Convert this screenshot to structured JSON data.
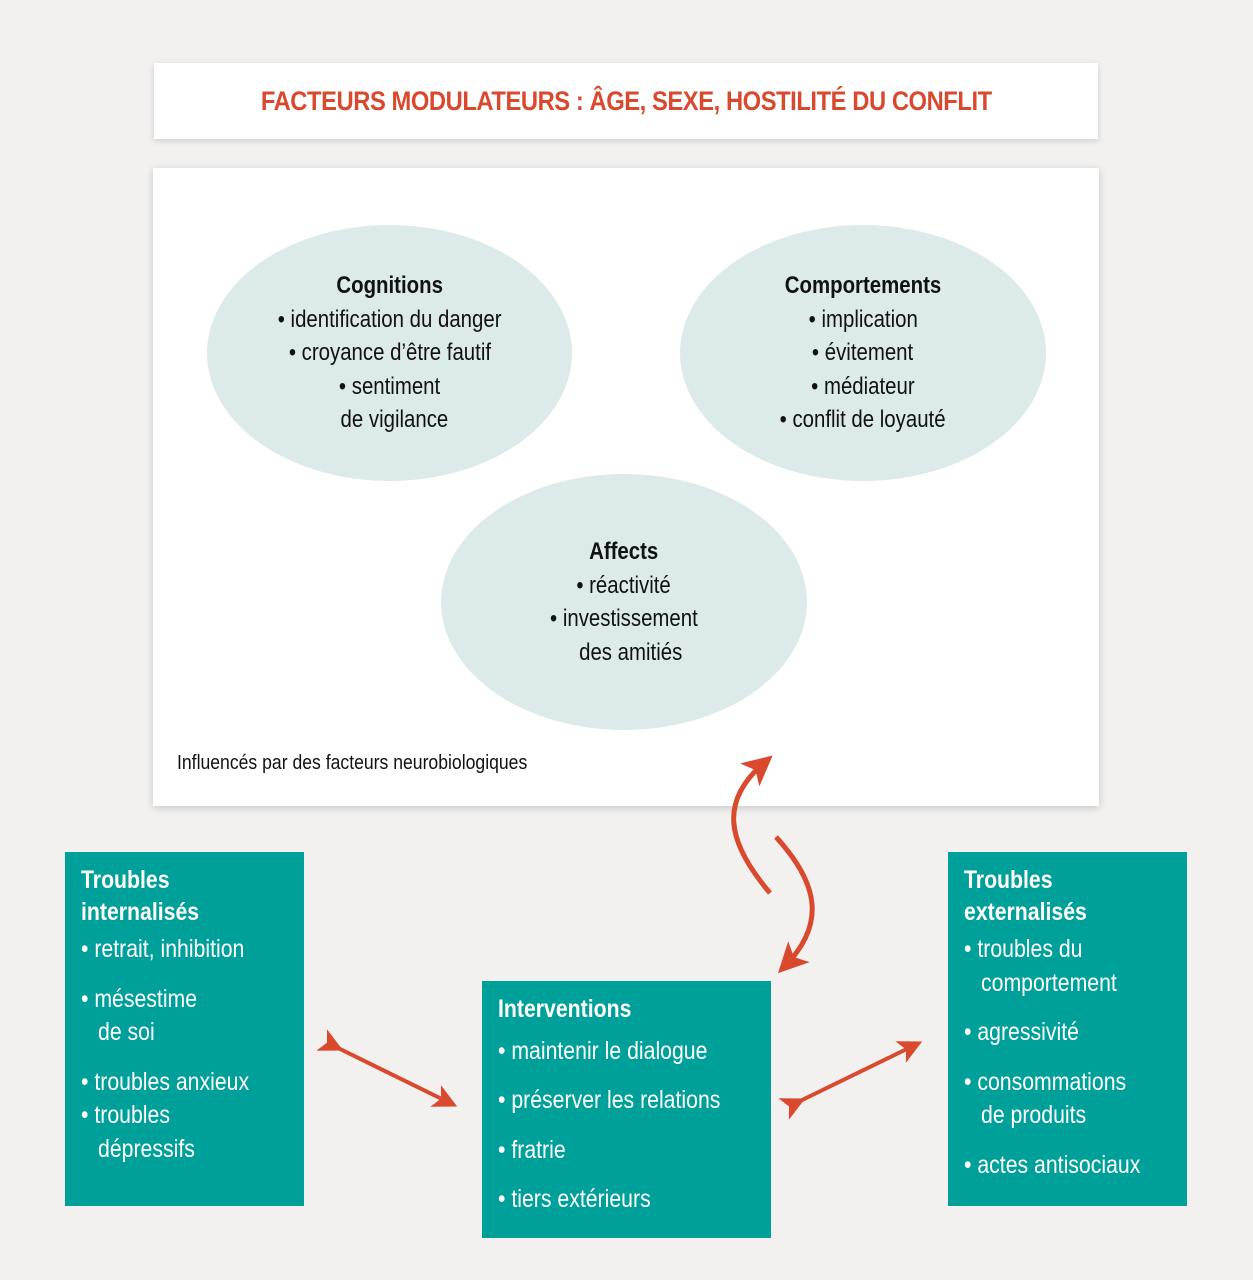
{
  "header": {
    "title": "FACTEURS MODULATEURS : ÂGE, SEXE, HOSTILITÉ DU CONFLIT"
  },
  "cognitions": {
    "title": "Cognitions",
    "lines": [
      "• identification du danger",
      "• croyance d’être fautif",
      "• sentiment",
      "de vigilance"
    ]
  },
  "comportements": {
    "title": "Comportements",
    "lines": [
      "• implication",
      "• évitement",
      "• médiateur",
      "• conflit de loyauté"
    ]
  },
  "affects": {
    "title": "Affects",
    "lines": [
      "• réactivité",
      "• investissement",
      "des amitiés"
    ]
  },
  "note": "Influencés par des facteurs neurobiologiques",
  "internalises": {
    "title1": "Troubles",
    "title2": "internalisés",
    "lines": [
      "• retrait, inhibition",
      "• mésestime",
      "de soi",
      "• troubles anxieux",
      "• troubles",
      "dépressifs"
    ]
  },
  "interventions": {
    "title": "Interventions",
    "lines": [
      "• maintenir le dialogue",
      "• préserver les relations",
      "• fratrie",
      "• tiers extérieurs"
    ]
  },
  "externalises": {
    "title1": "Troubles",
    "title2": "externalisés",
    "lines": [
      "• troubles du",
      "comportement",
      "• agressivité",
      "• consommations",
      "de produits",
      "• actes antisociaux"
    ]
  },
  "colors": {
    "accent": "#d9492e",
    "teal": "#00a09a",
    "ellipse": "#dcebea"
  }
}
